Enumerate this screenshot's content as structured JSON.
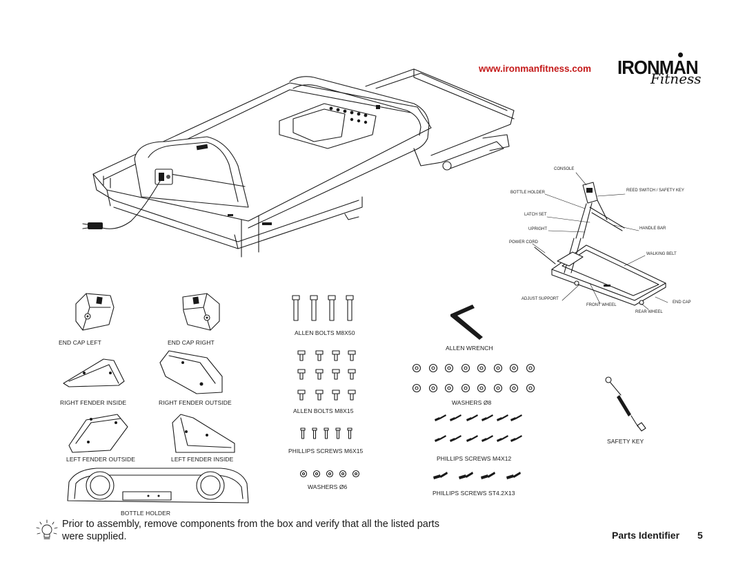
{
  "header": {
    "website": "www.ironmanfitness.com",
    "brand": "IRONMAN",
    "brand_script": "Fitness"
  },
  "diagram_labels": {
    "console": "CONSOLE",
    "bottle_holder": "BOTTLE HOLDER",
    "reed_switch": "REED SWITCH / SAFETY KEY",
    "latch_set": "LATCH SET",
    "upright": "UPRIGHT",
    "handle_bar": "HANDLE BAR",
    "power_cord": "POWER CORD",
    "walking_belt": "WALKING BELT",
    "adjust_support": "ADJUST SUPPORT",
    "front_wheel": "FRONT WHEEL",
    "end_cap": "END CAP",
    "rear_wheel": "REAR WHEEL"
  },
  "parts": {
    "end_cap_left": "END CAP LEFT",
    "end_cap_right": "END CAP RIGHT",
    "right_fender_inside": "RIGHT FENDER INSIDE",
    "right_fender_outside": "RIGHT FENDER OUTSIDE",
    "left_fender_outside": "LEFT FENDER OUTSIDE",
    "left_fender_inside": "LEFT FENDER INSIDE",
    "bottle_holder": "BOTTLE  HOLDER",
    "allen_bolts_m8x50": "ALLEN BOLTS M8X50",
    "allen_bolts_m8x15": "ALLEN BOLTS M8X15",
    "phillips_m6x15": "PHILLIPS SCREWS M6X15",
    "washers_6": "WASHERS Ø6",
    "allen_wrench": "ALLEN WRENCH",
    "washers_8": "WASHERS Ø8",
    "phillips_m4x12": "PHILLIPS SCREWS M4X12",
    "phillips_st42x13": "PHILLIPS SCREWS ST4.2X13",
    "safety_key": "SAFETY KEY"
  },
  "footer": {
    "note_line1": "Prior to assembly, remove components from the box and verify that all the listed parts",
    "note_line2": "were supplied.",
    "section_title": "Parts Identifier",
    "page_number": "5"
  },
  "icons": {
    "tip": "lightbulb-icon"
  }
}
